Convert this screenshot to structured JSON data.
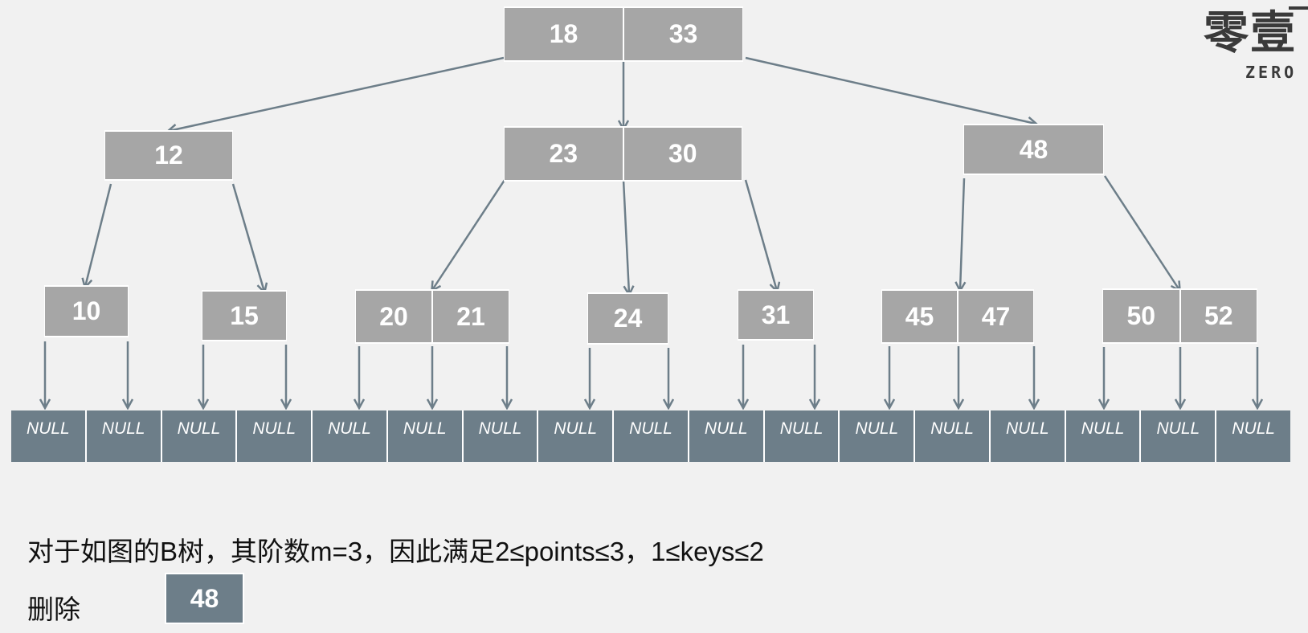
{
  "tree": {
    "nodes": [
      {
        "id": "root",
        "keys": [
          "18",
          "33"
        ]
      },
      {
        "id": "n12",
        "keys": [
          "12"
        ]
      },
      {
        "id": "n23_30",
        "keys": [
          "23",
          "30"
        ]
      },
      {
        "id": "n48",
        "keys": [
          "48"
        ]
      },
      {
        "id": "n10",
        "keys": [
          "10"
        ]
      },
      {
        "id": "n15",
        "keys": [
          "15"
        ]
      },
      {
        "id": "n20_21",
        "keys": [
          "20",
          "21"
        ]
      },
      {
        "id": "n24",
        "keys": [
          "24"
        ]
      },
      {
        "id": "n31",
        "keys": [
          "31"
        ]
      },
      {
        "id": "n45_47",
        "keys": [
          "45",
          "47"
        ]
      },
      {
        "id": "n50_52",
        "keys": [
          "50",
          "52"
        ]
      }
    ],
    "edges": [
      [
        "root",
        "n12"
      ],
      [
        "root",
        "n23_30"
      ],
      [
        "root",
        "n48"
      ],
      [
        "n12",
        "n10"
      ],
      [
        "n12",
        "n15"
      ],
      [
        "n23_30",
        "n20_21"
      ],
      [
        "n23_30",
        "n24"
      ],
      [
        "n23_30",
        "n31"
      ],
      [
        "n48",
        "n45_47"
      ],
      [
        "n48",
        "n50_52"
      ]
    ],
    "null_label": "NULL",
    "null_count": 17
  },
  "caption": "对于如图的B树，其阶数m=3，因此满足2≤points≤3，1≤keys≤2",
  "delete_label": "删除",
  "delete_key": "48",
  "logo": {
    "mark": "零壹",
    "sub": "ZERO"
  },
  "colors": {
    "background": "#f1f1f1",
    "key_fill": "#a6a6a6",
    "null_fill": "#6d7e89",
    "edge": "#6d7e89",
    "text_light": "#ffffff",
    "text_dark": "#111111"
  }
}
